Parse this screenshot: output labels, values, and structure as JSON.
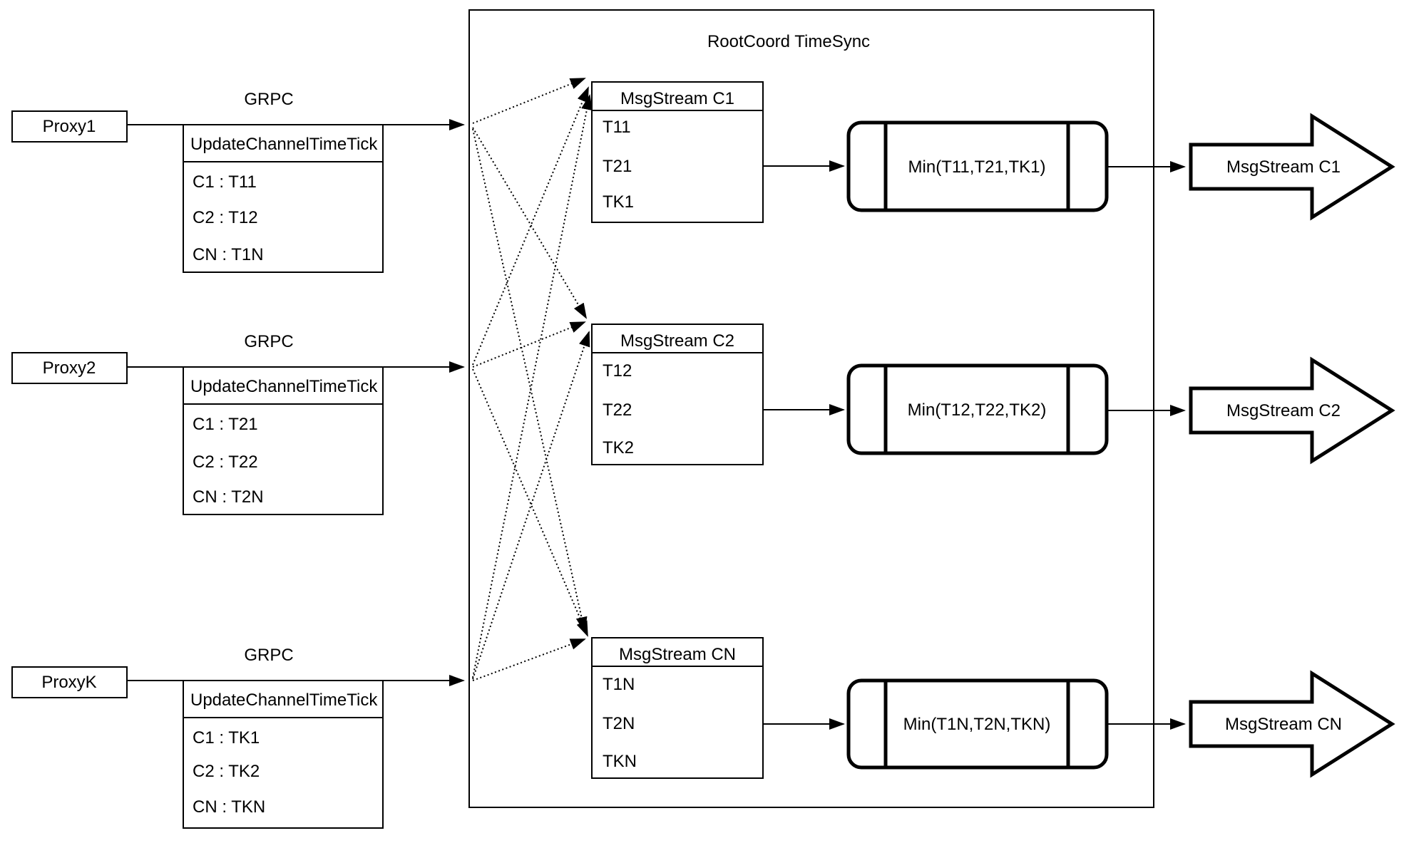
{
  "diagram": {
    "root_box_title": "RootCoord TimeSync",
    "grpc_label": "GRPC",
    "colors": {
      "stroke": "#000000",
      "fill": "#ffffff"
    },
    "proxies": [
      {
        "name": "Proxy1",
        "table": {
          "header": "UpdateChannelTimeTick",
          "rows": [
            "C1 :  T11",
            "C2 :  T12",
            "CN : T1N"
          ]
        }
      },
      {
        "name": "Proxy2",
        "table": {
          "header": "UpdateChannelTimeTick",
          "rows": [
            "C1 :  T21",
            "C2 :  T22",
            "CN : T2N"
          ]
        }
      },
      {
        "name": "ProxyK",
        "table": {
          "header": "UpdateChannelTimeTick",
          "rows": [
            "C1 :  TK1",
            "C2 :  TK2",
            "CN : TKN"
          ]
        }
      }
    ],
    "streams": [
      {
        "title": "MsgStream C1",
        "ticks": [
          "T11",
          "T21",
          "TK1"
        ],
        "min": "Min(T11,T21,TK1)",
        "output": "MsgStream C1"
      },
      {
        "title": "MsgStream C2",
        "ticks": [
          "T12",
          "T22",
          "TK2"
        ],
        "min": "Min(T12,T22,TK2)",
        "output": "MsgStream C2"
      },
      {
        "title": "MsgStream CN",
        "ticks": [
          "T1N",
          "T2N",
          "TKN"
        ],
        "min": "Min(T1N,T2N,TKN)",
        "output": "MsgStream CN"
      }
    ]
  }
}
